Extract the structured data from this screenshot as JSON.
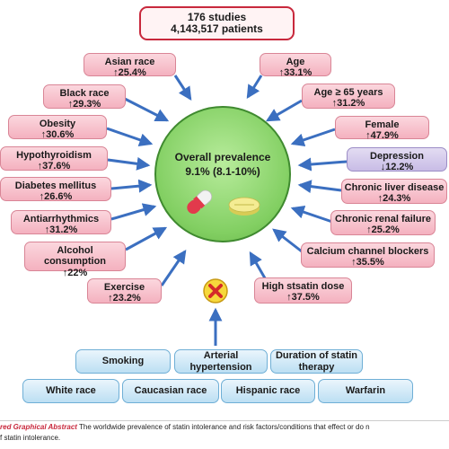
{
  "summary": {
    "studies": "176 studies",
    "patients": "4,143,517 patients"
  },
  "center": {
    "title": "Overall prevalence",
    "value": "9.1% (8.1-10%)"
  },
  "factors_left": [
    {
      "label": "Asian race",
      "value": "↑25.4%"
    },
    {
      "label": "Black race",
      "value": "↑29.3%"
    },
    {
      "label": "Obesity",
      "value": "↑30.6%"
    },
    {
      "label": "Hypothyroidism",
      "value": "↑37.6%"
    },
    {
      "label": "Diabetes mellitus",
      "value": "↑26.6%"
    },
    {
      "label": "Antiarrhythmics",
      "value": "↑31.2%"
    },
    {
      "label": "Alcohol consumption",
      "value": "↑22%"
    },
    {
      "label": "Exercise",
      "value": "↑23.2%"
    }
  ],
  "factors_right": [
    {
      "label": "Age",
      "value": "↑33.1%"
    },
    {
      "label": "Age ≥ 65 years",
      "value": "↑31.2%"
    },
    {
      "label": "Female",
      "value": "↑47.9%"
    },
    {
      "label": "Depression",
      "value": "↓12.2%"
    },
    {
      "label": "Chronic liver disease",
      "value": "↑24.3%"
    },
    {
      "label": "Chronic renal failure",
      "value": "↑25.2%"
    },
    {
      "label": "Calcium channel blockers",
      "value": "↑35.5%"
    },
    {
      "label": "High stsatin dose",
      "value": "↑37.5%"
    }
  ],
  "no_effect_row1": [
    "Smoking",
    "Arterial hypertension",
    "Duration of statin therapy"
  ],
  "no_effect_row2": [
    "White race",
    "Caucasian race",
    "Hispanic race",
    "Warfarin"
  ],
  "caption": {
    "tag": "red Graphical Abstract",
    "line1": "The worldwide prevalence of statin intolerance and risk factors/conditions that effect or do n",
    "line2": "f statin intolerance."
  },
  "colors": {
    "risk_box": "#f4b1bf",
    "protective_box": "#c8bce6",
    "no_effect_box": "#bcdff3",
    "center_circle": "#82cf62",
    "arrow": "#3b6fc0",
    "summary_border": "#c8283c"
  },
  "icons": [
    "pill-capsule-icon",
    "tablet-icon",
    "no-effect-x-icon"
  ]
}
